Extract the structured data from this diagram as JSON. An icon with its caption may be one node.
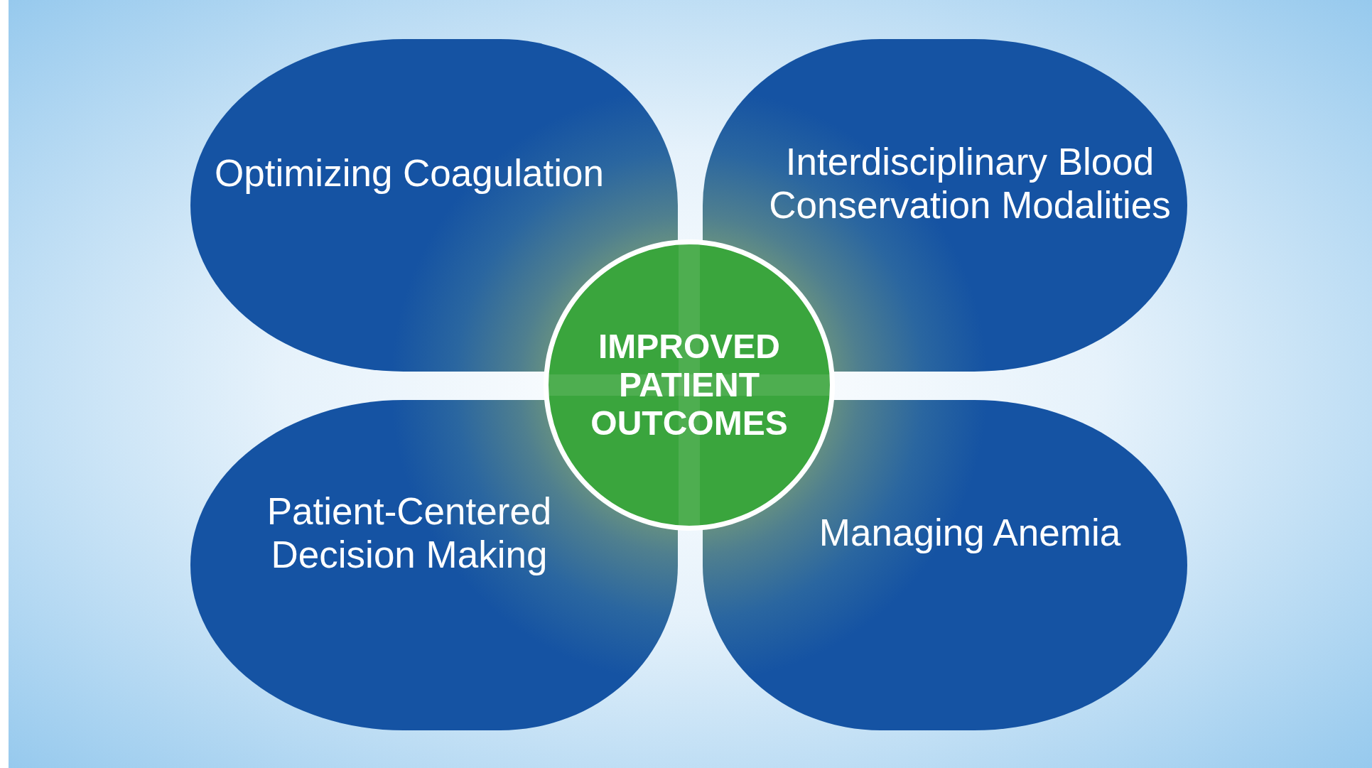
{
  "diagram": {
    "nodes": [
      {
        "text": [
          "Optimizing Coagulation"
        ]
      },
      {
        "text": [
          "Interdisciplinary Blood Conservation Modalities"
        ]
      },
      {
        "text": [
          "Patient-Centered Decision Making"
        ]
      },
      {
        "text": [
          "Managing Anemia"
        ]
      },
      {
        "text": [
          "IMPROVED PATIENT OUTCOMES"
        ]
      }
    ]
  }
}
